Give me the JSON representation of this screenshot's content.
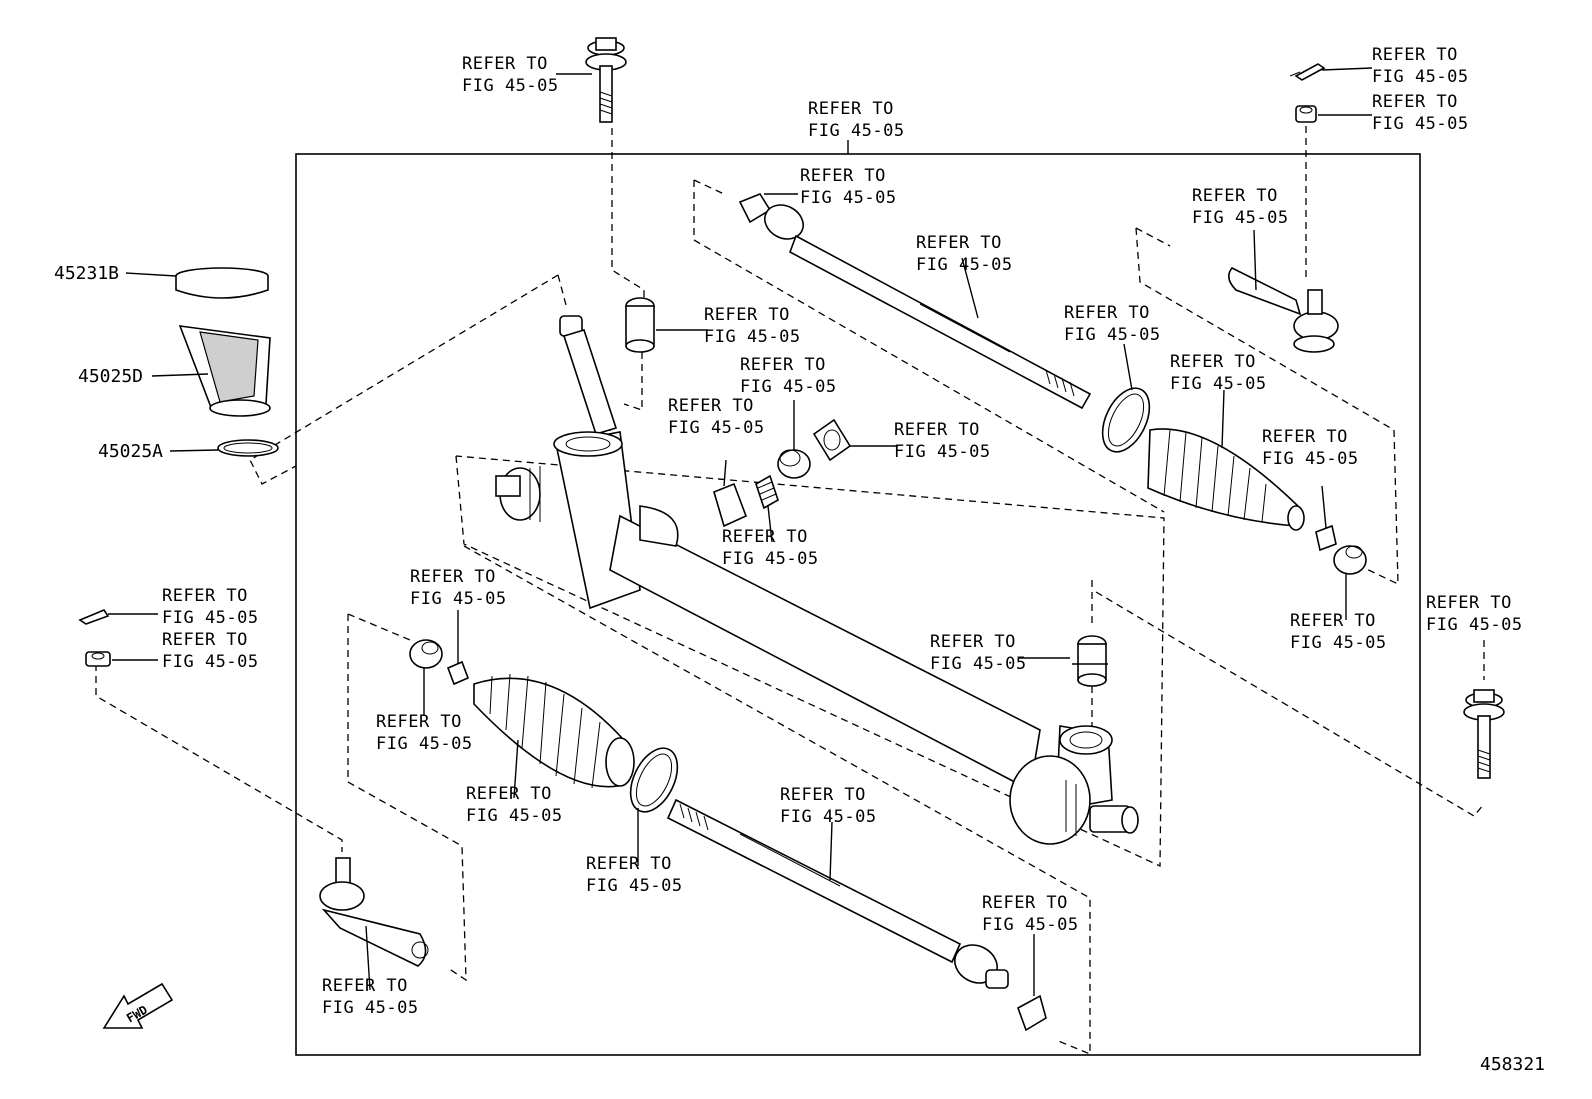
{
  "figure_id": "458321",
  "part_numbers": [
    "45231B",
    "45025D",
    "45025A"
  ],
  "refer_line1": "REFER TO",
  "refer_line2": "FIG 45-05",
  "fwd_label": "FWD"
}
